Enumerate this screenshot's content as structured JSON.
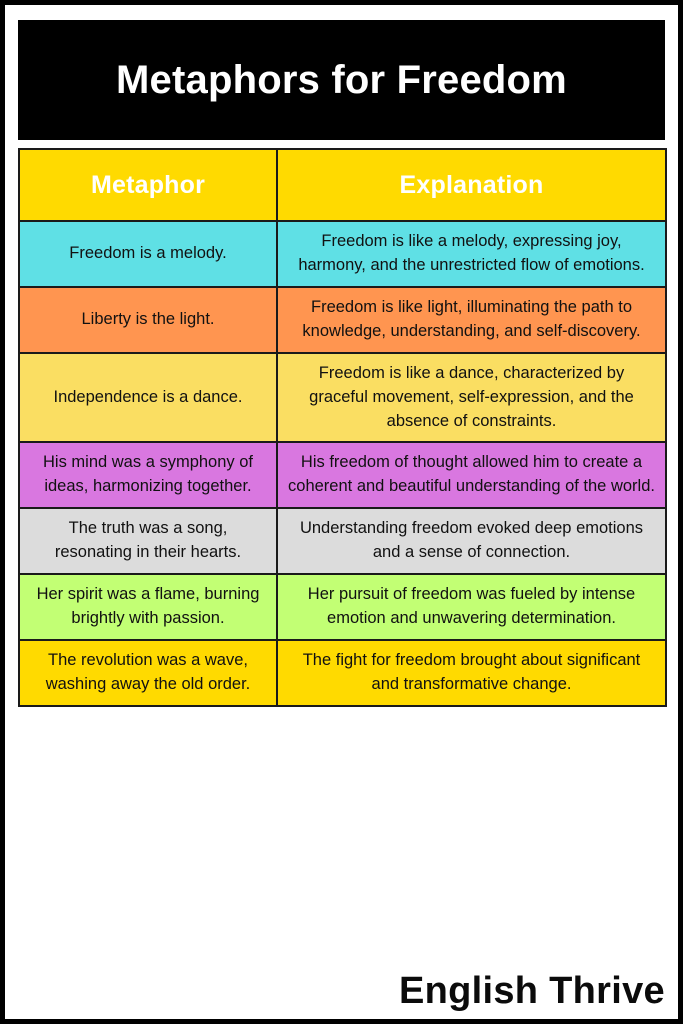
{
  "title": "Metaphors for Freedom",
  "brand": "English Thrive",
  "table": {
    "columns": [
      "Metaphor",
      "Explanation"
    ],
    "rows": [
      {
        "metaphor": "Freedom is a melody.",
        "explanation": "Freedom is like a melody, expressing joy, harmony, and the unrestricted flow of emotions.",
        "color": "#5FE0E5"
      },
      {
        "metaphor": "Liberty is the light.",
        "explanation": "Freedom is like light, illuminating the path to knowledge, understanding, and self-discovery.",
        "color": "#FF9550"
      },
      {
        "metaphor": "Independence is a dance.",
        "explanation": "Freedom is like a dance, characterized by graceful movement, self-expression, and the absence of constraints.",
        "color": "#FADE62"
      },
      {
        "metaphor": "His mind was a symphony of ideas, harmonizing together.",
        "explanation": "His freedom of thought allowed him to create a coherent and beautiful understanding of the world.",
        "color": "#D977E0"
      },
      {
        "metaphor": "The truth was a song, resonating in their hearts.",
        "explanation": "Understanding freedom evoked deep emotions and a sense of connection.",
        "color": "#DCDCDC"
      },
      {
        "metaphor": "Her spirit was a flame, burning brightly with passion.",
        "explanation": "Her pursuit of freedom was fueled by intense emotion and unwavering determination.",
        "color": "#C2FF74"
      },
      {
        "metaphor": "The revolution was a wave, washing away the old order.",
        "explanation": "The fight for freedom brought about significant and transformative change.",
        "color": "#FFDA00"
      }
    ]
  },
  "colors": {
    "header_bg": "#FFDA00",
    "header_text": "#FFFFFF",
    "banner_bg": "#000000",
    "banner_text": "#FFFFFF",
    "page_bg": "#FFFFFF",
    "border": "#000000",
    "cell_border": "#1A1A1A"
  }
}
